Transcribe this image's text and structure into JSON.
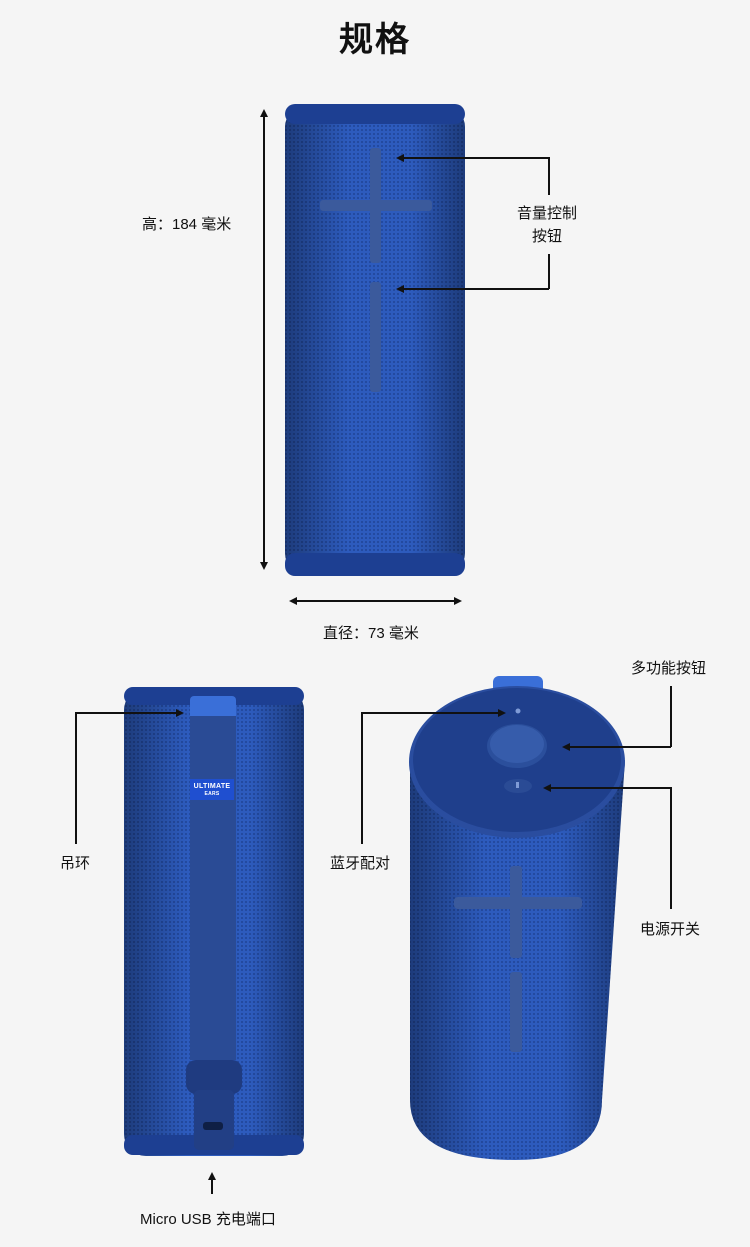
{
  "page": {
    "title": "规格"
  },
  "dimensions": {
    "height_label": "高：184 毫米",
    "diameter_label": "直径：73 毫米"
  },
  "callouts": {
    "volume_line1": "音量控制",
    "volume_line2": "按钮",
    "strap": "吊环",
    "bluetooth": "蓝牙配对",
    "multi_function": "多功能按钮",
    "power": "电源开关",
    "micro_usb": "Micro USB 充电端口"
  },
  "product": {
    "badge_line1": "ULTIMATE",
    "badge_line2": "EARS"
  },
  "colors": {
    "speaker_blue": "#2a57b5",
    "speaker_dark": "#1b3a8a",
    "accent_blue": "#1f4fd0",
    "background": "#f5f5f5"
  }
}
